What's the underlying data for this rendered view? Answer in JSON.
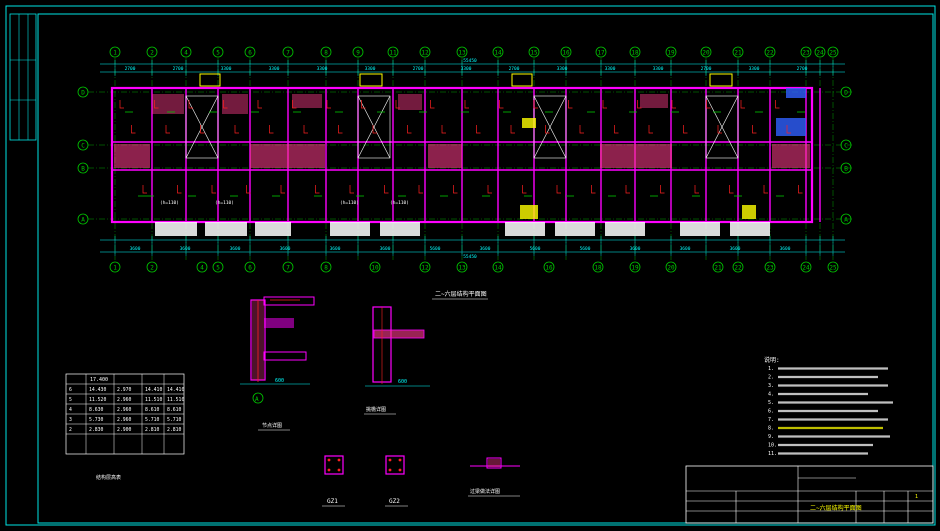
{
  "colors": {
    "frame": "#00e5e5",
    "axis": "#00c800",
    "wall": "#ff00ff",
    "hatch": "#ff3c8a",
    "dim": "#00ffff",
    "note": "#ffffff",
    "highlight": "#ffff00",
    "rebar": "#ff2020",
    "blue": "#3060ff"
  },
  "axes": {
    "numbers": [
      "1",
      "2",
      "4",
      "5",
      "6",
      "7",
      "8",
      "9",
      "11",
      "12",
      "13",
      "14",
      "15",
      "16",
      "17",
      "18",
      "19",
      "20",
      "21",
      "22",
      "23",
      "24",
      "25"
    ],
    "bottom_numbers": [
      "1",
      "2",
      "4",
      "5",
      "6",
      "7",
      "8",
      "10",
      "12",
      "13",
      "14",
      "16",
      "18",
      "19",
      "20",
      "21",
      "22",
      "23",
      "24",
      "25"
    ],
    "letters": [
      "D",
      "C",
      "B",
      "A"
    ]
  },
  "plan": {
    "title": "二~六层结构平面图",
    "room_labels": [
      "(h=110)",
      "(h=110)",
      "(h=110)",
      "(h=110)"
    ],
    "dims_top": [
      "2700",
      "2700",
      "3300",
      "3300",
      "3300",
      "3300",
      "2700",
      "3300",
      "2700",
      "3300",
      "3300",
      "3300",
      "2700",
      "3300",
      "2700"
    ],
    "dims_bottom": [
      "3600",
      "3600",
      "3600",
      "3600",
      "3600",
      "3600",
      "5600",
      "3600",
      "5600",
      "5600",
      "3600",
      "3600",
      "3600",
      "3600"
    ],
    "overall": "55450"
  },
  "detail_a": {
    "label": "A",
    "caption": "节点详图",
    "dim": "600"
  },
  "detail_b": {
    "caption": "挑檐详图",
    "dim": "600"
  },
  "gz1": {
    "label": "GZ1"
  },
  "gz2": {
    "label": "GZ2"
  },
  "beam_detail": {
    "caption": "过梁做法详图"
  },
  "floor_table": {
    "caption": "结构层高表",
    "top_value": "17.400",
    "rows": [
      [
        "6",
        "14.430",
        "2.970",
        "14.410",
        "14.410"
      ],
      [
        "5",
        "11.520",
        "2.960",
        "11.510",
        "11.510"
      ],
      [
        "4",
        "8.630",
        "2.960",
        "8.610",
        "8.610"
      ],
      [
        "3",
        "5.730",
        "2.960",
        "5.710",
        "5.710"
      ],
      [
        "2",
        "2.830",
        "2.900",
        "2.810",
        "2.810"
      ]
    ]
  },
  "notes": {
    "heading": "说明:",
    "lines": [
      "1.",
      "2.",
      "3.",
      "4.",
      "5.",
      "6.",
      "7.",
      "8.",
      "9.",
      "10.",
      "11."
    ]
  },
  "title_block": {
    "drawing_title": "二~六层结构平面图",
    "sheet_no": "1"
  }
}
